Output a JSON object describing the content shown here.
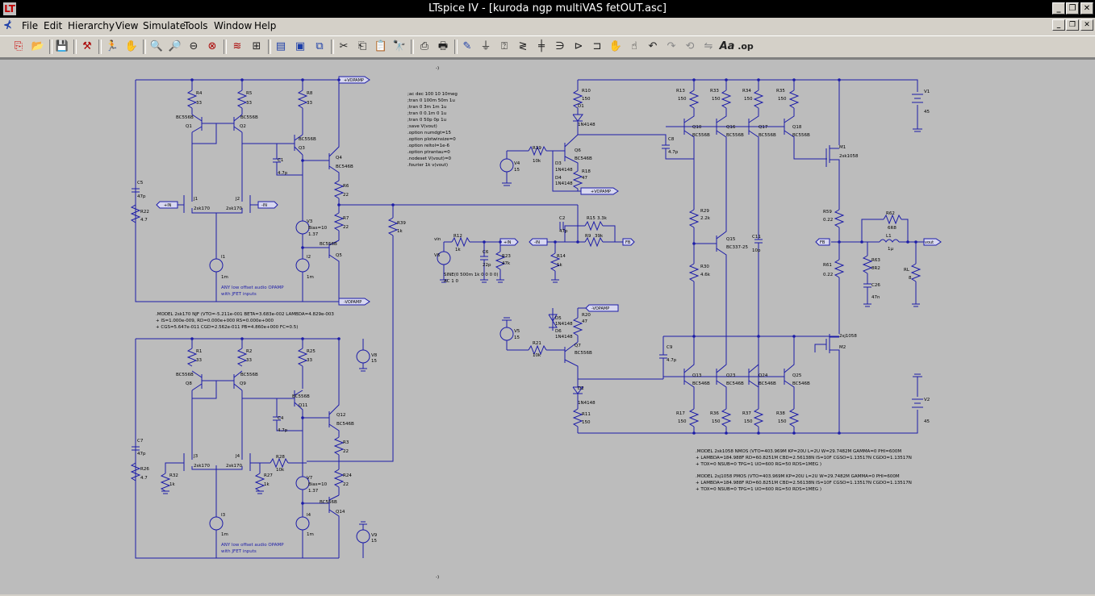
{
  "window": {
    "title": "LTspice IV - [kuroda ngp multiVAS fetOUT.asc]",
    "app_icon_glyph": "LT",
    "controls": [
      "_",
      "❐",
      "✕"
    ],
    "mdi_controls": [
      "_",
      "❐",
      "✕"
    ]
  },
  "menu": {
    "items": [
      {
        "label": "File"
      },
      {
        "label": "Edit"
      },
      {
        "label": "Hierarchy"
      },
      {
        "label": "View"
      },
      {
        "label": "Simulate"
      },
      {
        "label": "Tools"
      },
      {
        "label": "Window"
      },
      {
        "label": "Help"
      }
    ]
  },
  "toolbar": {
    "icons": [
      "new-schematic-icon",
      "open-icon",
      "save-icon",
      "control-panel-icon",
      "run-icon",
      "halt-icon",
      "zoom-in-icon",
      "zoom-pan-icon",
      "zoom-out-icon",
      "zoom-fit-icon",
      "autorange-icon",
      "zoom-extents-icon",
      "tile-vertical-icon",
      "tile-horizontal-icon",
      "cascade-icon",
      "cut-icon",
      "copy-icon",
      "paste-icon",
      "find-icon",
      "print-setup-icon",
      "print-icon",
      "wire-icon",
      "ground-icon",
      "label-net-icon",
      "resistor-icon",
      "capacitor-icon",
      "inductor-icon",
      "diode-icon",
      "component-icon",
      "move-icon",
      "drag-icon",
      "undo-icon",
      "redo-icon",
      "rotate-icon",
      "mirror-icon",
      "text-icon",
      "spice-directive-icon"
    ],
    "text_label": "Aa",
    "directive_label": ".op"
  },
  "schematic": {
    "nets": {
      "vopamp_pos": "+VOPAMP",
      "vopamp_neg": "-VOPAMP",
      "in_pos": "+IN",
      "in_neg": "-IN",
      "fb": "FB",
      "vin": "vin",
      "vout": "vout"
    },
    "top_markers": [
      "-)",
      "-)"
    ],
    "opamp1": {
      "R4": "R4",
      "R4v": "33",
      "R5": "R5",
      "R5v": "33",
      "R8": "R8",
      "R8v": "33",
      "Q1": "Q1",
      "Q2": "Q2",
      "Q1m": "BC556B",
      "Q2m": "BC556B",
      "Q3": "Q3",
      "Q3m": "BC556B",
      "C1": "C1",
      "C1v": "4.7p",
      "Q4": "Q4",
      "Q4m": "BC546B",
      "C5": "C5",
      "C5v": "47p",
      "R22": "R22",
      "R22v": "4.7",
      "J1": "J1",
      "J1m": "2sk170",
      "J2": "J2",
      "J2m": "2sk170",
      "R6": "R6",
      "R6v": "22",
      "R7": "R7",
      "R7v": "22",
      "V3": "V3",
      "V3a": "Bias=10",
      "V3b": "1.37",
      "I1": "I1",
      "I1v": "1m",
      "I2": "I2",
      "I2v": "1m",
      "Q5": "Q5",
      "Q5m": "BC556B",
      "note1": "ANY low offset audio OPAMP",
      "note2": "with JFET inputs"
    },
    "model_jfet": [
      ".MODEL 2sk170 NJF (VTO=-5.211e-001 BETA=3.683e-002 LAMBDA=4.829e-003",
      "+ IS=1.000e-009, RD=0.000e+000 RS=0.000e+000",
      "+ CGS=5.647e-011 CGD=2.562e-011 PB=4.860e+000 FC=0.5)"
    ],
    "opamp2": {
      "R1": "R1",
      "R1v": "33",
      "R2": "R2",
      "R2v": "33",
      "R25": "R25",
      "R25v": "33",
      "Q8": "Q8",
      "Q9": "Q9",
      "Q8m": "BC556B",
      "Q9m": "BC556B",
      "Q11": "Q11",
      "Q11m": "BC556B",
      "C4": "C4",
      "C4v": "4.7p",
      "Q12": "Q12",
      "Q12m": "BC546B",
      "R3": "R3",
      "R3v": "22",
      "R24": "R24",
      "R24v": "22",
      "C7": "C7",
      "C7v": "47p",
      "R26": "R26",
      "R26v": "4.7",
      "J3": "J3",
      "J3m": "2sk170",
      "J4": "J4",
      "J4m": "2sk170",
      "R32": "R32",
      "R32v": "1k",
      "R27": "R27",
      "R27v": "1k",
      "R28": "R28",
      "R28v": "10k",
      "V7": "V7",
      "V7a": "Bias=10",
      "V7b": "1.37",
      "I3": "I3",
      "I3v": "1m",
      "I4": "I4",
      "I4v": "1m",
      "Q14": "Q14",
      "Q14m": "BC556B",
      "V8": "V8",
      "V8v": "15",
      "V9": "V9",
      "V9v": "15",
      "note1": "ANY low offset audio OPAMP",
      "note2": "with JFET inputs"
    },
    "directives": [
      ";ac dec 100 10 10meg",
      ";tran 0 100m 50m 1u",
      ";tran 0 3m 1m 1u",
      ";tran 0 0.1m 0 1u",
      ";tran 0 50p 0p 1u",
      ";save V(vout)",
      ".option numdgt=15",
      ".option plotwinsize=0",
      ".option reltol=1e-6",
      ".option ptrantau=0",
      ".nodeset V(vout)=0",
      ".fourier 1k v(vout)"
    ],
    "input": {
      "R39": "R39",
      "R39v": "1k",
      "V6": "V6",
      "V6a": "SINE(0 500m 1k 0 0 0 0)",
      "V6b": "AC 1 0",
      "R12": "R12",
      "R12v": "1k",
      "C6": "C6",
      "C6v": "22p",
      "R23": "R23",
      "R23v": "47k",
      "C2": "C2",
      "C2v": "47p",
      "R15": "R15",
      "R15v": "3.3k",
      "R9": "R9",
      "R9v": "39k",
      "R14": "R14",
      "R14v": "1k"
    },
    "vas": {
      "R10": "R10",
      "R10v": "150",
      "D1": "D1",
      "D1m": "1N4148",
      "R19": "R19",
      "R19v": "10k",
      "V4": "V4",
      "V4v": "15",
      "Q6": "Q6",
      "Q6m": "BC546B",
      "D3": "D3",
      "D3m": "1N4148",
      "D4": "D4",
      "D4m": "1N4148",
      "R18": "R18",
      "R18v": "47",
      "R13": "R13",
      "R33": "R33",
      "R34": "R34",
      "R35": "R35",
      "Rv": "150",
      "Q10": "Q10",
      "Q16": "Q16",
      "Q17": "Q17",
      "Q18": "Q18",
      "Q556": "BC556B",
      "C8": "C8",
      "C8v": "4.7p",
      "R29": "R29",
      "R29v": "2.2k",
      "Q15": "Q15",
      "Q15m": "BC337-25",
      "R30": "R30",
      "R30v": "4.6k",
      "C11": "C11",
      "C11v": "10p",
      "V5": "V5",
      "V5v": "15",
      "R21": "R21",
      "R21v": "10k",
      "Q7": "Q7",
      "Q7m": "BC556B",
      "D5": "D5",
      "D5m": "1N4148",
      "D6": "D6",
      "D6m": "1N4148",
      "R20": "R20",
      "R20v": "47",
      "C9": "C9",
      "C9v": "4.7p",
      "D2": "D2",
      "D2m": "1N4148",
      "R11": "R11",
      "R11v": "150",
      "Q13": "Q13",
      "Q23": "Q23",
      "Q24": "Q24",
      "Q25": "Q25",
      "Q546": "BC546B",
      "R17": "R17",
      "R36": "R36",
      "R37": "R37",
      "R38": "R38"
    },
    "output": {
      "V1": "V1",
      "V1v": "45",
      "V2": "V2",
      "V2v": "45",
      "M1": "M1",
      "M1m": "2sk1058",
      "M2": "M2",
      "M2m": "2sj1058",
      "R59": "R59",
      "R59v": "0.22",
      "R61": "R61",
      "R61v": "0.22",
      "R62": "R62",
      "R62v": "6R8",
      "L1": "L1",
      "L1v": "1µ",
      "R63": "R63",
      "R63v": "8R2",
      "C26": "C26",
      "C26v": "47n",
      "RL": "RL",
      "RLv": "8"
    },
    "model_mos": [
      ".MODEL 2sk1058 NMOS (VTO=403.969M KP=20U L=2U W=29.7482M GAMMA=0 PHI=600M",
      "+ LAMBDA=184.988F RD=60.8251M CBD=2.56138N IS=10F CGSO=1.13517N CGDO=1.13517N",
      "+ TOX=0 NSUB=0 TPG=1 UO=600 RG=50 RDS=1MEG )",
      ".MODEL 2sj1058 PMOS (VTO=403.969M KP=20U L=2U W=29.7482M GAMMA=0 PHI=600M",
      "+ LAMBDA=184.988F RD=60.8251M CBD=2.56138N IS=10F CGSO=1.13517N CGDO=1.13517N",
      "+ TOX=0 NSUB=0 TPG=1 UO=600 RG=50 RDS=1MEG )"
    ]
  }
}
